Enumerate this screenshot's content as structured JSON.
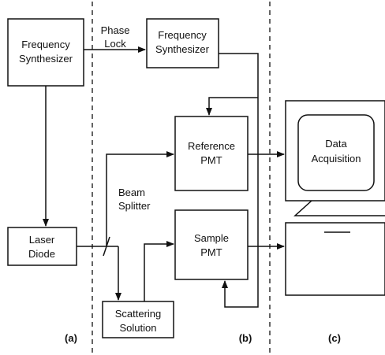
{
  "blocks": {
    "freq_synth_a": [
      "Frequency",
      "Synthesizer"
    ],
    "freq_synth_b": [
      "Frequency",
      "Synthesizer"
    ],
    "reference_pmt": [
      "Reference",
      "PMT"
    ],
    "sample_pmt": [
      "Sample",
      "PMT"
    ],
    "laser_diode": [
      "Laser",
      "Diode"
    ],
    "scattering_solution": [
      "Scattering",
      "Solution"
    ],
    "data_acquisition": [
      "Data",
      "Acquisition"
    ]
  },
  "labels": {
    "phase_lock": [
      "Phase",
      "Lock"
    ],
    "beam_splitter": [
      "Beam",
      "Splitter"
    ]
  },
  "panels": {
    "a": "(a)",
    "b": "(b)",
    "c": "(c)"
  },
  "colors": {
    "ink": "#111111",
    "background": "#ffffff"
  }
}
